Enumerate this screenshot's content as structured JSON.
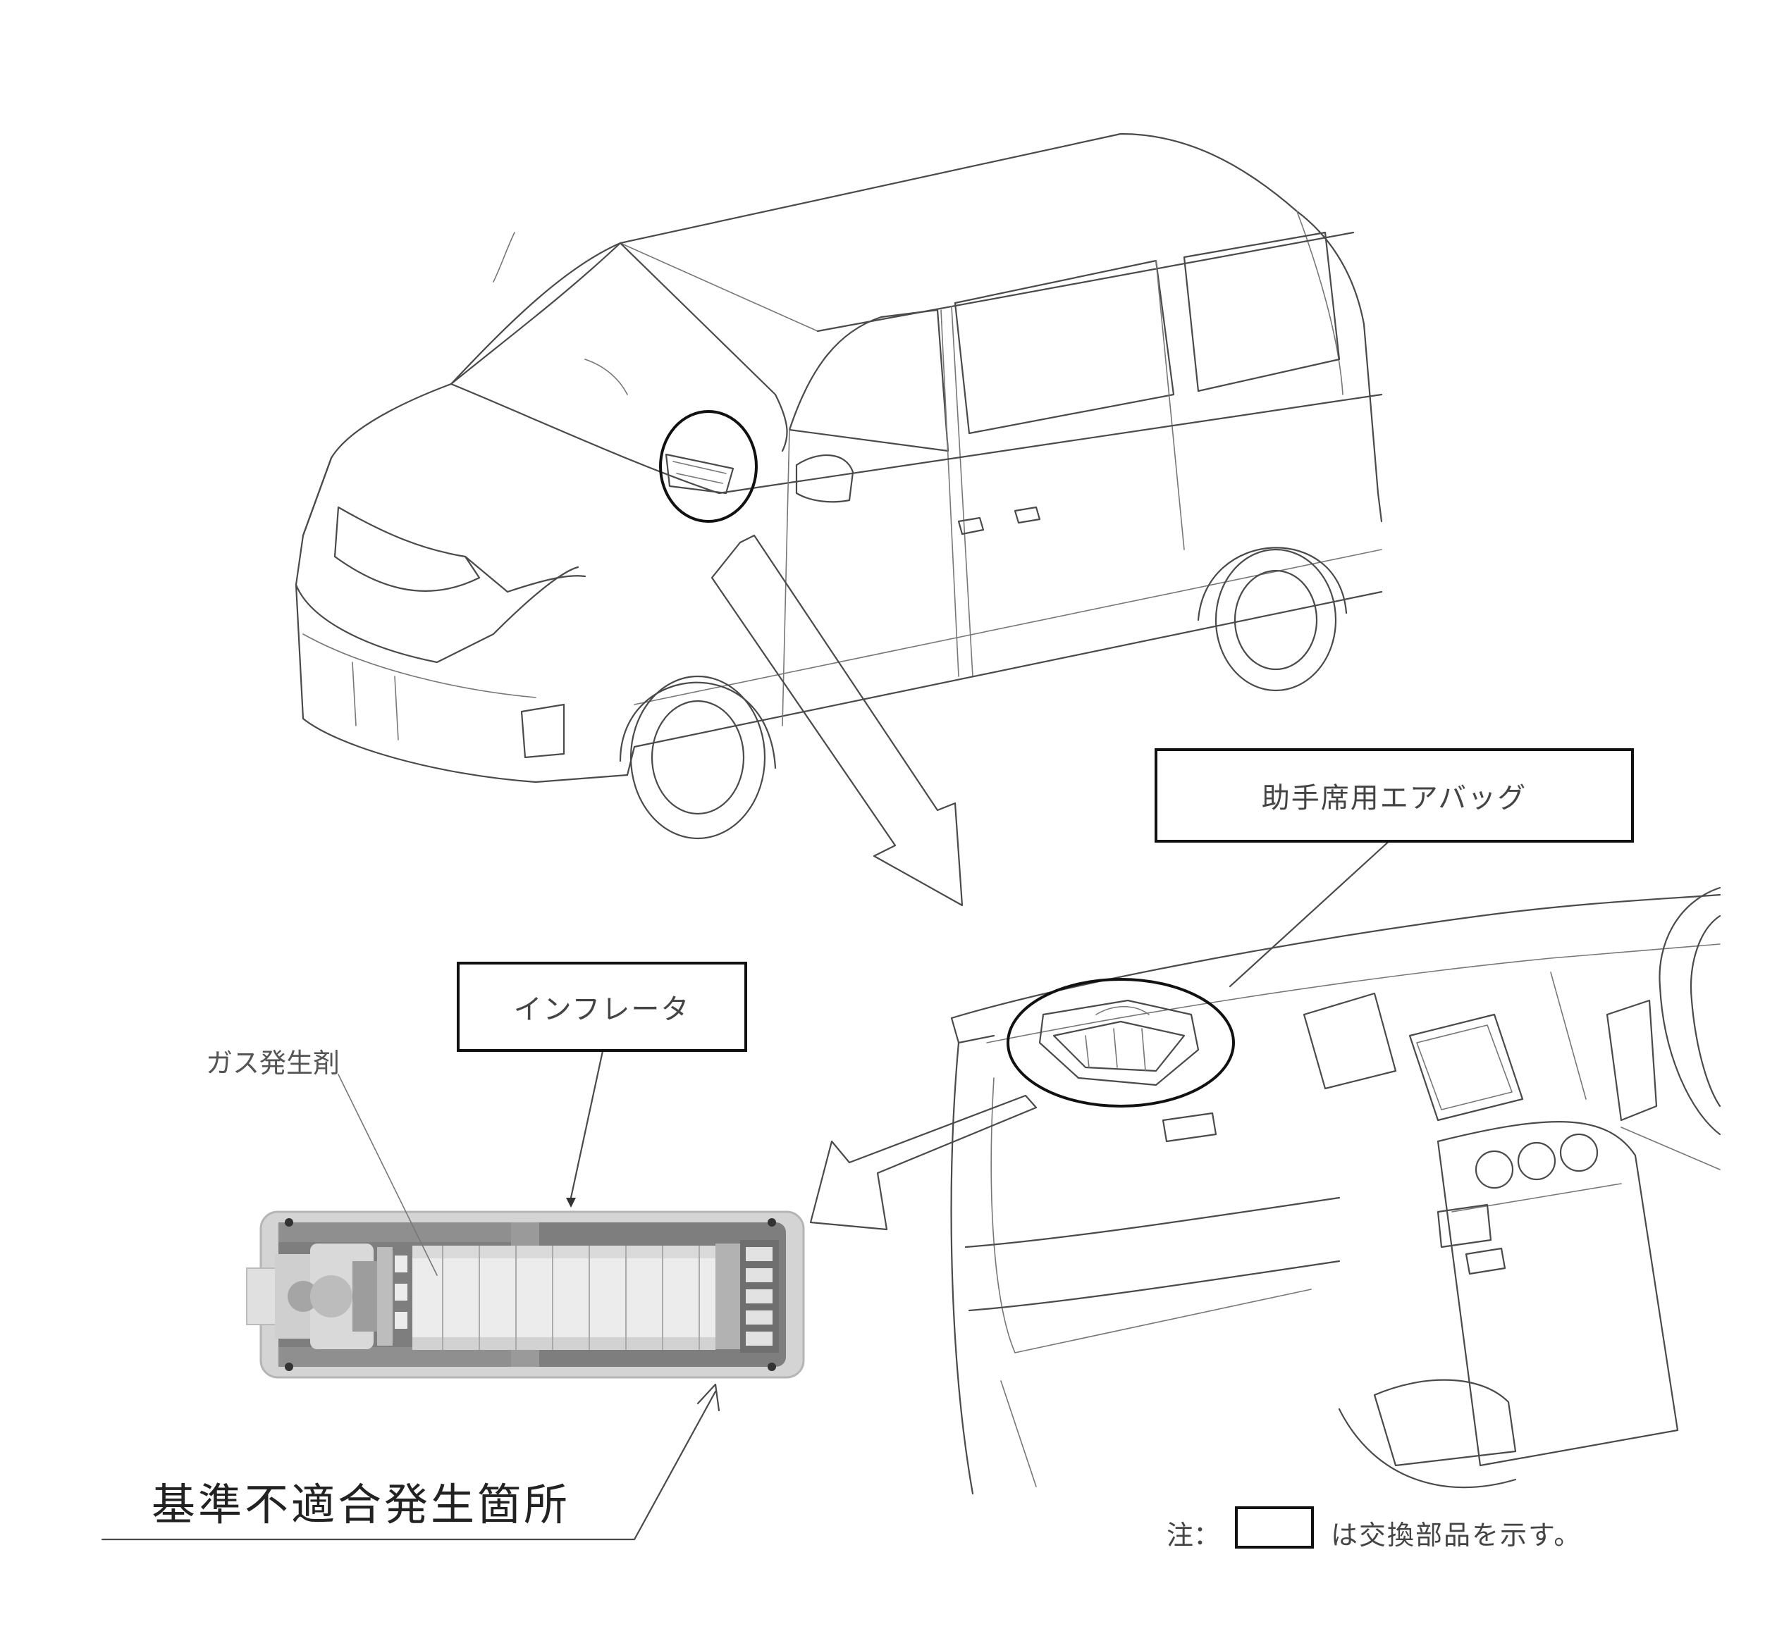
{
  "labels": {
    "passenger_airbag": "助手席用エアバッグ",
    "inflator": "インフレータ",
    "gas_generant": "ガス発生剤",
    "defect_location": "基準不適合発生箇所"
  },
  "note": {
    "prefix": "注：",
    "suffix": "は交換部品を示す。"
  },
  "icons": [
    "van-illustration",
    "dashboard-illustration",
    "inflator-cutaway",
    "callout-arrow-icon"
  ],
  "colors": {
    "line": "#4a4a4a",
    "heavy": "#111111",
    "background": "#ffffff"
  }
}
